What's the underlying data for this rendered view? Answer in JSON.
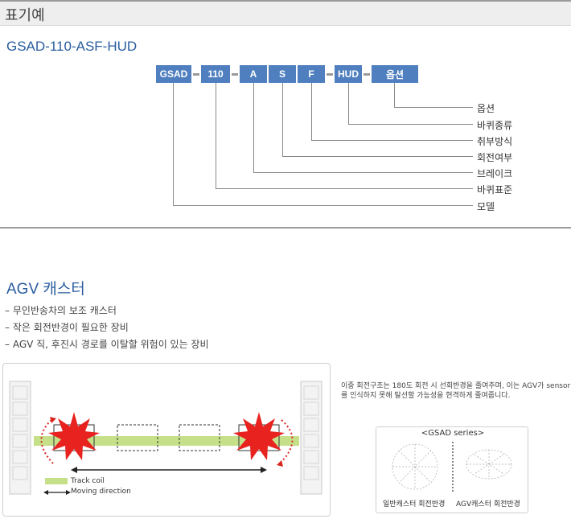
{
  "section": {
    "title": "표기예"
  },
  "model": {
    "code": "GSAD-110-ASF-HUD",
    "segments": [
      "GSAD",
      "110",
      "A",
      "S",
      "F",
      "HUD",
      "옵션"
    ],
    "legend": [
      "옵션",
      "바퀴종류",
      "취부방식",
      "회전여부",
      "브레이크",
      "바퀴표준",
      "모델"
    ]
  },
  "agv": {
    "title": "AGV 캐스터",
    "bullets": [
      "– 무인반송차의 보조 캐스터",
      "– 작은 회전반경이 필요한 장비",
      "– AGV 직, 후진시 경로를 이탈할 위험이 있는 장비"
    ],
    "diagram": {
      "legend_track": "Track coil",
      "legend_moving": "Moving direction"
    },
    "note": "이중 회전구조는 180도 회전 시 선회반경을 줄여주며, 이는 AGV가 sensor를 인식하지 못해 탈선할 가능성을 현격하게 줄여줍니다.",
    "series": {
      "title": "<GSAD series>",
      "left_caption": "일반캐스터 회전반경",
      "right_caption": "AGV캐스터 회전반경"
    }
  },
  "colors": {
    "accent": "#2a5d9f",
    "box": "#4f7fbf",
    "track": "#c6e08a",
    "burst": "#e8231f"
  }
}
